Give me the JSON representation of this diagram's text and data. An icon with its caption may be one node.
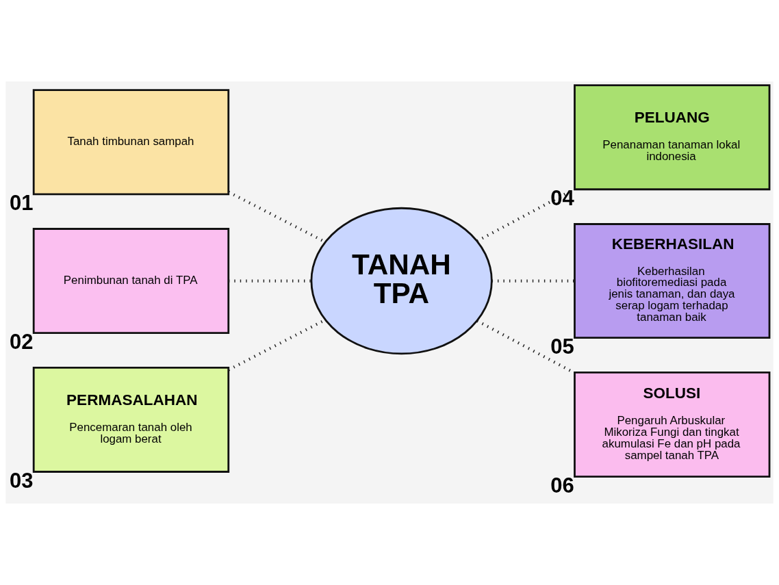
{
  "diagram": {
    "nodes": [
      {
        "text": [
          "Tanah timbunan sampah"
        ],
        "beside": [
          "01"
        ]
      },
      {
        "text": [
          "Penimbunan tanah di TPA"
        ],
        "beside": [
          "02"
        ]
      },
      {
        "text": [
          "PERMASALAHAN",
          "Pencemaran tanah oleh logam berat"
        ],
        "beside": [
          "03"
        ]
      },
      {
        "text": [
          "TANAH TPA"
        ]
      },
      {
        "text": [
          "PELUANG",
          "Penanaman tanaman lokal indonesia"
        ],
        "beside": [
          "04"
        ]
      },
      {
        "text": [
          "KEBERHASILAN",
          "Keberhasilan biofitoremediasi pada jenis tanaman, dan daya serap logam terhadap tanaman baik"
        ],
        "beside": [
          "05"
        ]
      },
      {
        "text": [
          "SOLUSI",
          "Pengaruh Arbuskular Mikoriza Fungi dan tingkat akumulasi Fe dan pH pada sampel tanah TPA"
        ],
        "beside": [
          "06"
        ]
      }
    ],
    "edges": [
      {
        "from": 0,
        "to": 3,
        "arrow": "none"
      },
      {
        "from": 1,
        "to": 3,
        "arrow": "none"
      },
      {
        "from": 2,
        "to": 3,
        "arrow": "none"
      },
      {
        "from": 3,
        "to": 4,
        "arrow": "none"
      },
      {
        "from": 3,
        "to": 5,
        "arrow": "none"
      },
      {
        "from": 3,
        "to": 6,
        "arrow": "none"
      }
    ]
  }
}
